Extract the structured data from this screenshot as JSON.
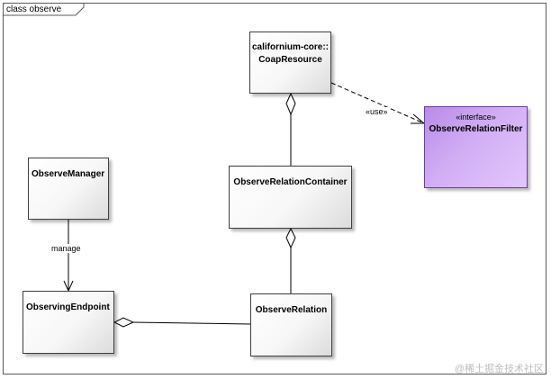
{
  "frame": {
    "label": "class observe"
  },
  "classes": {
    "coap_resource": {
      "name_line1": "californium-core::",
      "name_line2": "CoapResource"
    },
    "observe_relation_filter": {
      "stereotype": "«interface»",
      "name": "ObserveRelationFilter"
    },
    "observe_manager": {
      "name": "ObserveManager"
    },
    "observe_relation_container": {
      "name": "ObserveRelationContainer"
    },
    "observing_endpoint": {
      "name": "ObservingEndpoint"
    },
    "observe_relation": {
      "name": "ObserveRelation"
    }
  },
  "relations": {
    "use_label": "«use»",
    "manage_label": "manage"
  },
  "colors": {
    "interface_fill": "#d2aef5",
    "class_border": "#3f3f3f"
  },
  "watermark": "@稀土掘金技术社区"
}
